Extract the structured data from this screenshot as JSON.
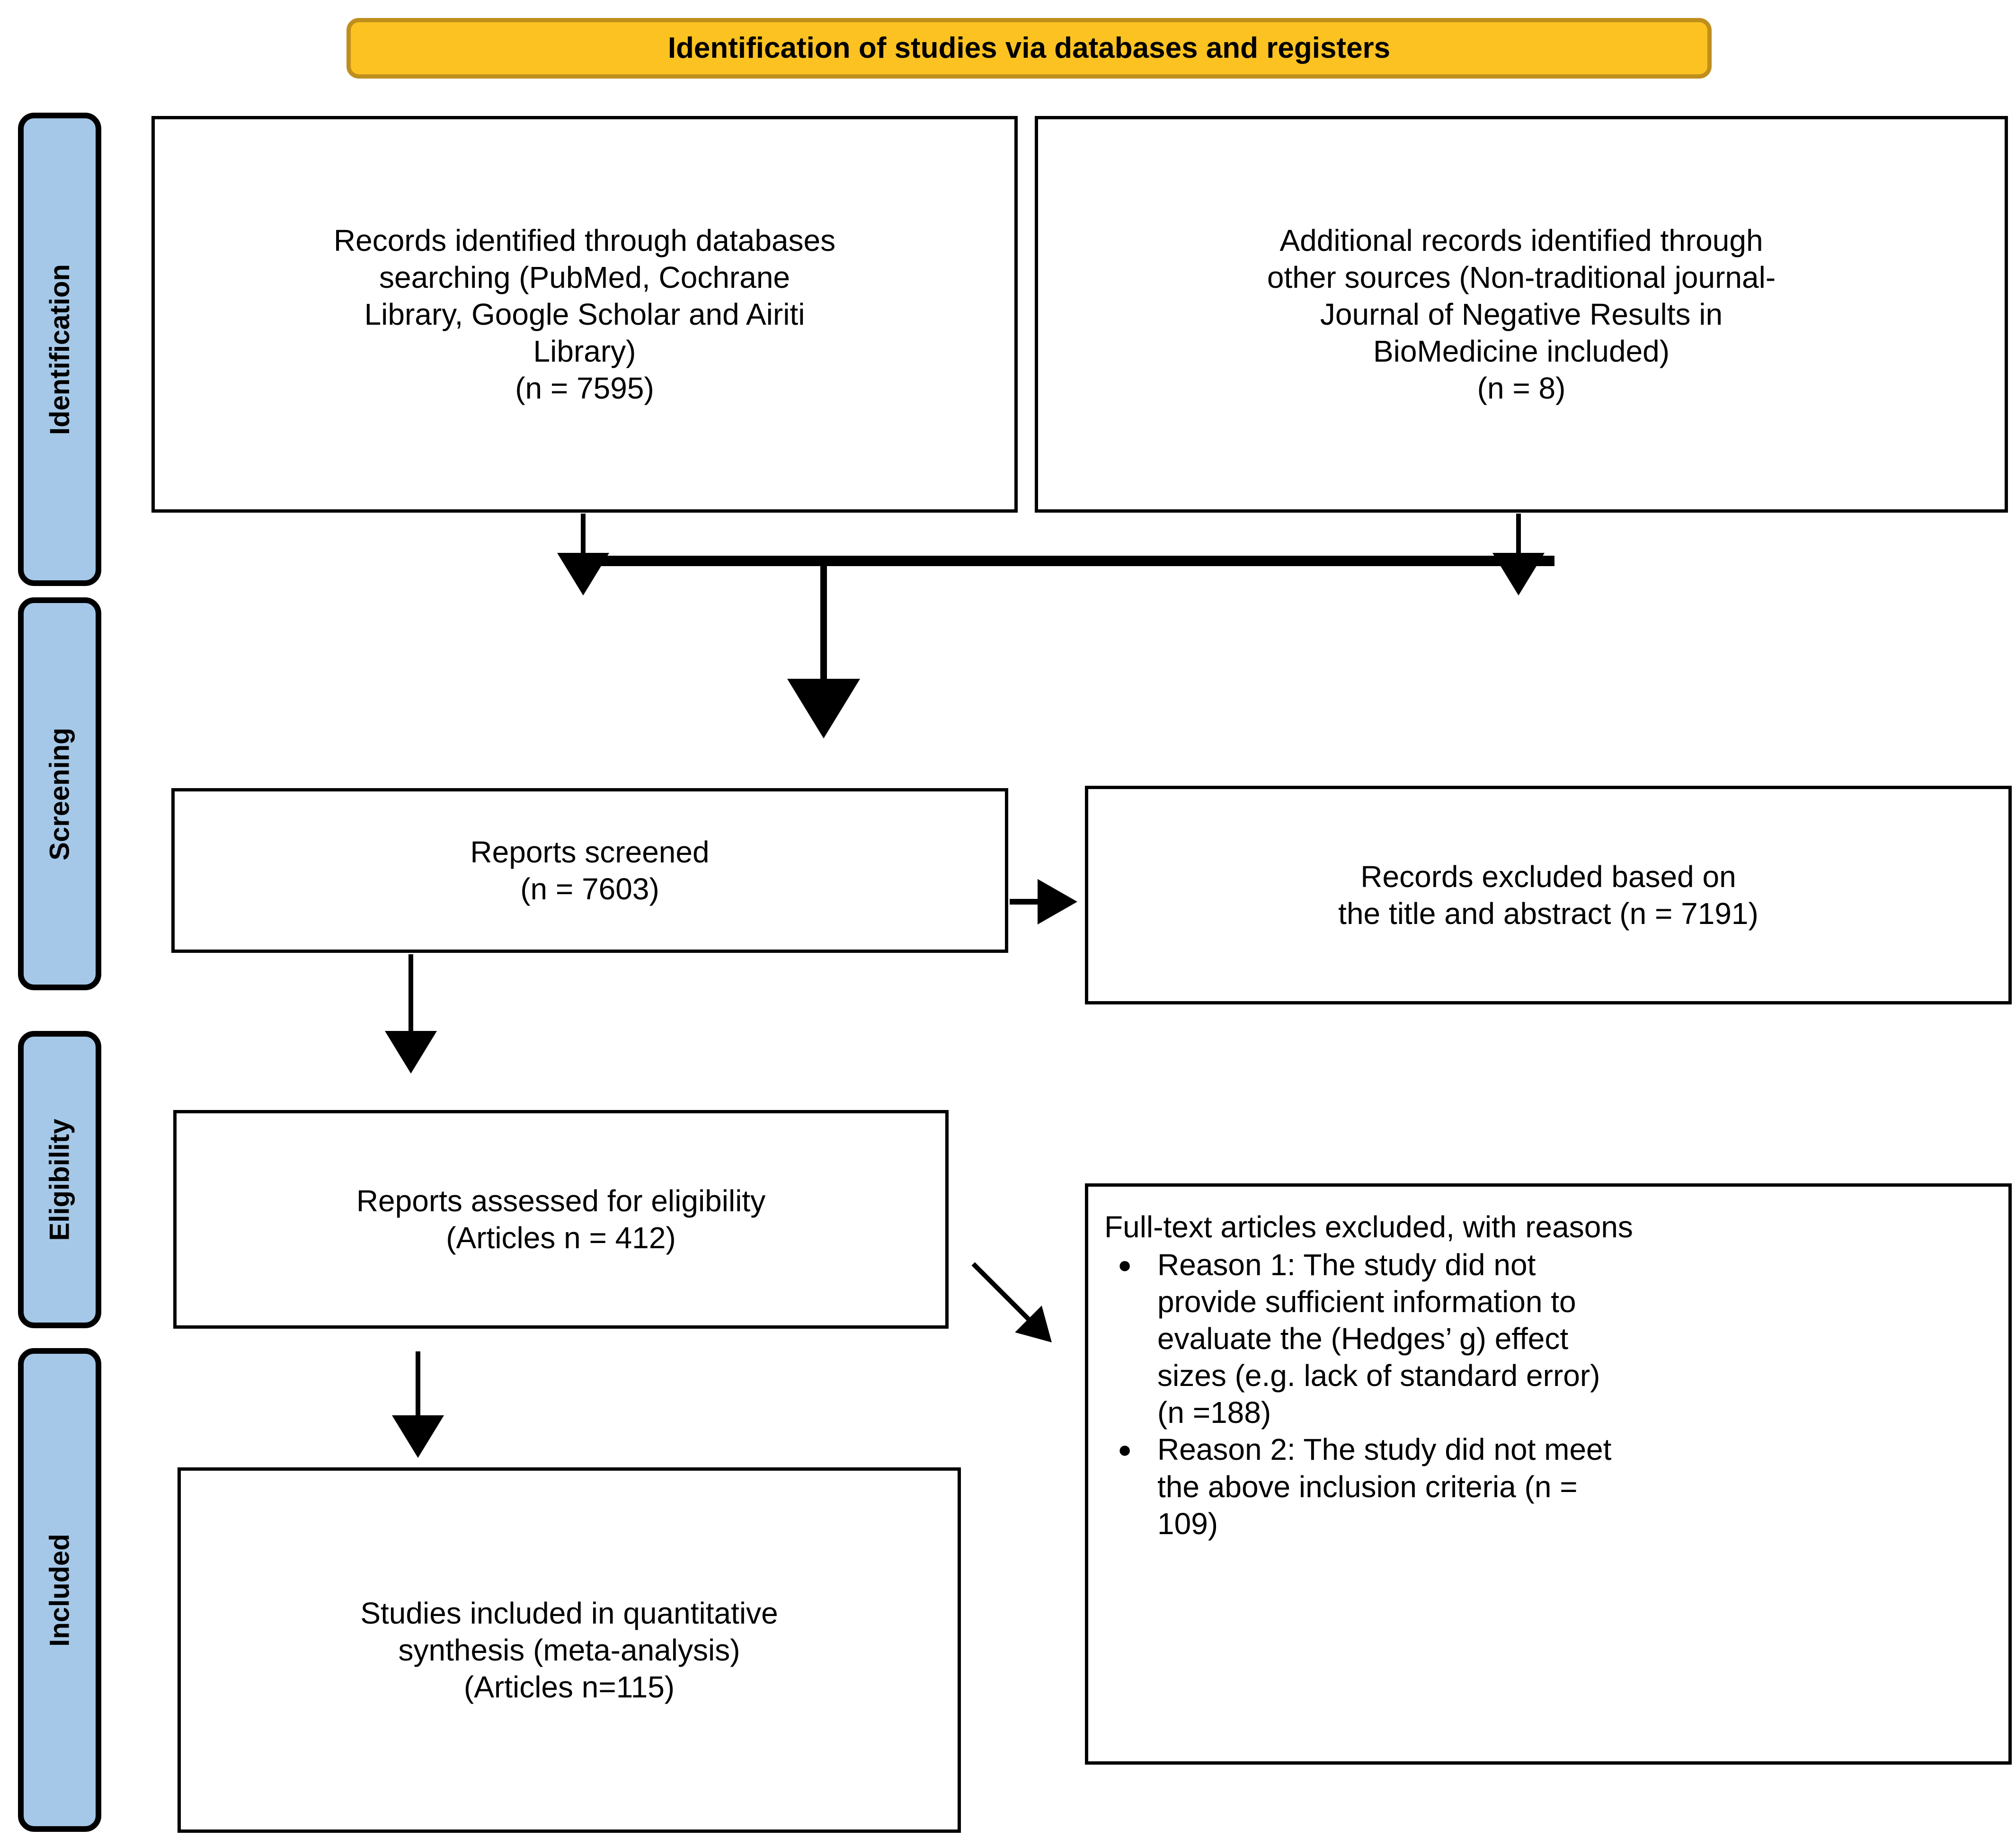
{
  "banner": {
    "title": "Identification of studies via databases and registers",
    "fill": "#FCC221",
    "border": "#BF8F1E"
  },
  "stage_fill": "#A5C8E8",
  "stages": [
    {
      "label": "Identification"
    },
    {
      "label": "Screening"
    },
    {
      "label": "Eligibility"
    },
    {
      "label": "Included"
    }
  ],
  "boxes": {
    "records_identified": "Records identified through databases\nsearching (PubMed, Cochrane\nLibrary, Google Scholar and Airiti\nLibrary)\n(n = 7595)",
    "additional_records": "Additional records identified through\nother sources (Non-traditional journal-\nJournal of Negative Results in\nBioMedicine included)\n(n = 8)",
    "reports_screened": "Reports screened\n(n = 7603)",
    "records_excluded": "Records excluded based on\nthe title and abstract (n = 7191)",
    "reports_assessed": "Reports assessed for eligibility\n(Articles n = 412)",
    "studies_included": "Studies included in quantitative\nsynthesis (meta-analysis)\n(Articles n=115)"
  },
  "excluded_panel": {
    "heading": "Full-text articles excluded, with reasons",
    "bullet_glyph": "●",
    "reasons": [
      "Reason 1: The study did not\nprovide sufficient information to\nevaluate the (Hedges’ g) effect\nsizes (e.g. lack of standard error)\n(n =188)",
      "Reason 2: The study did not meet\nthe above inclusion criteria (n =\n109)"
    ]
  },
  "counts": {
    "databases": 7595,
    "other_sources": 8,
    "screened": 7603,
    "excluded_title_abstract": 7191,
    "assessed_full_text": 412,
    "excluded_reason_1": 188,
    "excluded_reason_2": 109,
    "included": 115
  }
}
